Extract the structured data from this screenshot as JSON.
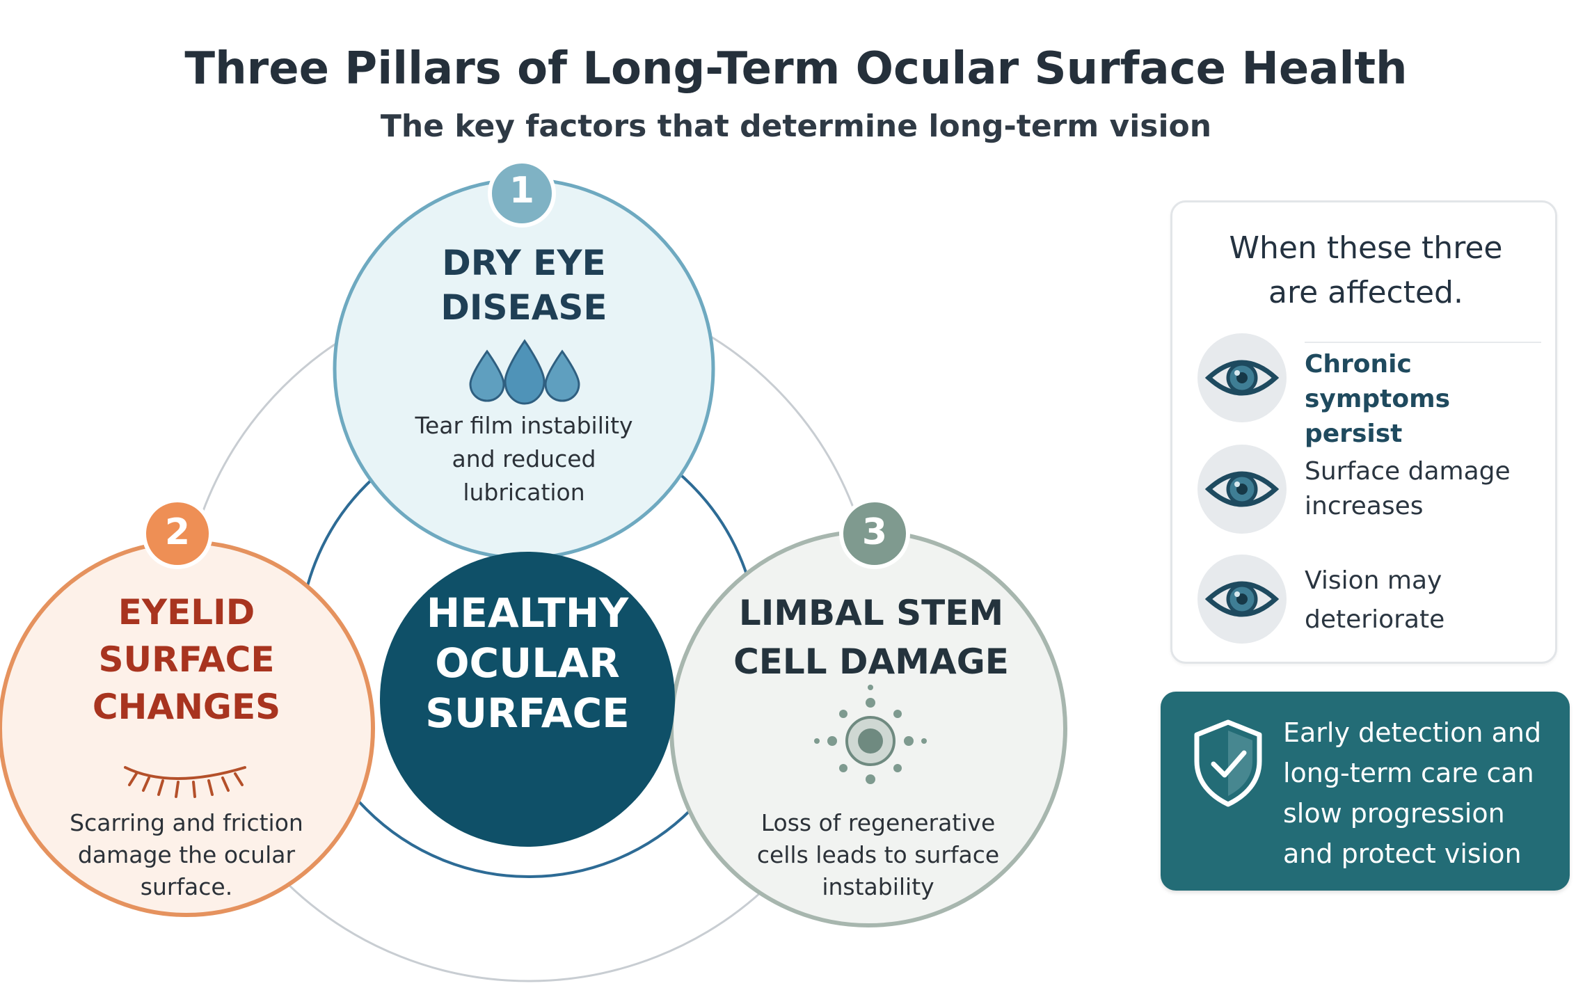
{
  "header": {
    "title": "Three Pillars of Long-Term Ocular Surface Health",
    "subtitle": "The key factors that determine long-term vision"
  },
  "center": {
    "label": "HEALTHY\nOCULAR\nSURFACE",
    "color": "#0f5068"
  },
  "pillars": [
    {
      "number": "1",
      "title": "DRY EYE\nDISEASE",
      "description": "Tear film instability\nand reduced\nlubrication",
      "icon": "tear-drops-icon",
      "title_color": "#1f3f55",
      "badge_color": "#7fb2c4",
      "fill": "#e8f4f7",
      "stroke": "#6ea9c0"
    },
    {
      "number": "2",
      "title": "EYELID\nSURFACE\nCHANGES",
      "description": "Scarring and friction\ndamage the ocular\nsurface.",
      "icon": "closed-eyelid-icon",
      "title_color": "#a8341f",
      "badge_color": "#ee8f55",
      "fill": "#fdf1e9",
      "stroke": "#e5925e"
    },
    {
      "number": "3",
      "title": "LIMBAL STEM\nCELL DAMAGE",
      "description": "Loss of regenerative\ncells leads to surface\ninstability",
      "icon": "stem-cell-icon",
      "title_color": "#24333d",
      "badge_color": "#7f9a8f",
      "fill": "#f1f3f1",
      "stroke": "#a7b6ae"
    }
  ],
  "panel": {
    "heading": "When these three\nare affected.",
    "items": [
      {
        "text": "Chronic symptoms\npersist",
        "icon": "eye-icon"
      },
      {
        "text": "Surface damage\nincreases",
        "icon": "eye-icon"
      },
      {
        "text": "Vision may\ndeteriorate",
        "icon": "eye-icon"
      }
    ]
  },
  "callout": {
    "text": "Early detection and\nlong-term care can\nslow progression\nand protect vision",
    "icon": "shield-check-icon",
    "color": "#236c76"
  }
}
